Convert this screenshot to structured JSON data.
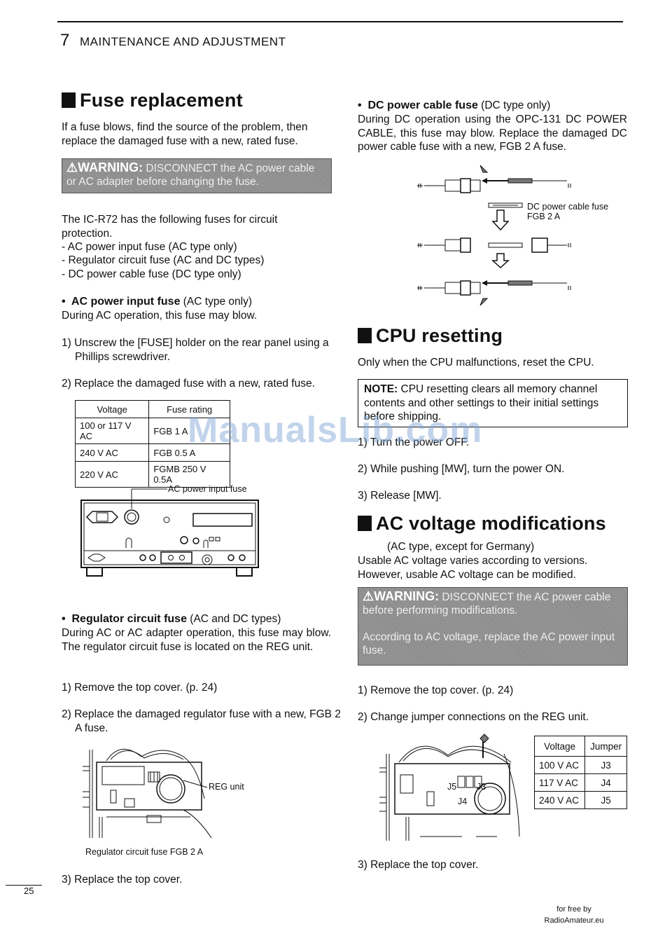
{
  "header": {
    "chapter_num": "7",
    "chapter_title": "MAINTENANCE AND ADJUSTMENT"
  },
  "left": {
    "title": "Fuse replacement",
    "intro": "If a fuse blows, find the source of the problem, then replace the damaged fuse with a new, rated fuse.",
    "warning_bold": "⚠WARNING:",
    "warning_text": " DISCONNECT the AC power cable or AC adapter before changing the fuse.",
    "fuses_intro": "The IC-R72 has the following fuses for circuit protection.",
    "fuse_list": [
      "- AC power input fuse (AC type only)",
      "- Regulator circuit fuse (AC and DC types)",
      "- DC power cable fuse (DC type only)"
    ],
    "ac_bullet": "AC power input fuse",
    "ac_bullet_note": " (AC type only)",
    "ac_desc": "During AC operation, this fuse may blow.",
    "ac_step1": "1) Unscrew the [FUSE] holder on the rear panel using a Phillips screwdriver.",
    "ac_step2": "2) Replace the damaged fuse with a new, rated fuse.",
    "fuse_table": {
      "headers": [
        "Voltage",
        "Fuse rating"
      ],
      "rows": [
        [
          "100 or 117 V AC",
          "FGB 1 A"
        ],
        [
          "240 V AC",
          "FGB 0.5 A"
        ],
        [
          "220 V AC",
          "FGMB 250 V 0.5A"
        ]
      ]
    },
    "ac_fuse_label": "AC power input fuse",
    "reg_bullet": "Regulator circuit fuse",
    "reg_bullet_note": " (AC and DC types)",
    "reg_desc": "During AC or AC adapter operation, this fuse may blow. The regulator circuit fuse is located on the REG unit.",
    "reg_step1": "1) Remove the top cover. (p. 24)",
    "reg_step2": "2) Replace the damaged regulator fuse with a new, FGB 2 A fuse.",
    "reg_unit_label": "REG unit",
    "reg_caption": "Regulator circuit fuse FGB 2 A",
    "reg_step3": "3) Replace the top cover."
  },
  "right": {
    "dc_bullet": "DC power cable fuse",
    "dc_bullet_note": " (DC type only)",
    "dc_desc": "During DC operation using the OPC-131 DC POWER CABLE, this fuse may blow. Replace the damaged DC power cable fuse with a new, FGB 2 A fuse.",
    "dc_label1": "DC power cable fuse",
    "dc_label2": "FGB 2 A",
    "cpu_title": "CPU resetting",
    "cpu_intro": "Only when the CPU malfunctions, reset the CPU.",
    "note_bold": "NOTE:",
    "note_text": " CPU resetting clears all memory channel contents and other settings to their initial settings before shipping.",
    "cpu_step1": "1) Turn the power OFF.",
    "cpu_step2": "2) While pushing [MW], turn the power ON.",
    "cpu_step3": "3) Release [MW].",
    "acv_title": "AC voltage modifications",
    "acv_sub": "(AC type, except for Germany)",
    "acv_desc": "Usable AC voltage varies according to versions. However, usable AC voltage can be modified.",
    "warning2_bold": "⚠WARNING:",
    "warning2_text": " DISCONNECT the AC power cable before performing modifications.",
    "warning2_text2": "According to AC voltage, replace the AC power input fuse.",
    "acv_step1": "1) Remove the top cover. (p. 24)",
    "acv_step2": "2) Change jumper connections on the REG unit.",
    "jumper_table": {
      "headers": [
        "Voltage",
        "Jumper"
      ],
      "rows": [
        [
          "100 V AC",
          "J3"
        ],
        [
          "117 V AC",
          "J4"
        ],
        [
          "240 V AC",
          "J5"
        ]
      ]
    },
    "j_labels": [
      "J5",
      "J3",
      "J4"
    ],
    "acv_step3": "3) Replace the top cover."
  },
  "watermark": "ManualsLib.com",
  "page_number": "25",
  "footer": {
    "line1": "for free by",
    "line2": "RadioAmateur.eu"
  }
}
